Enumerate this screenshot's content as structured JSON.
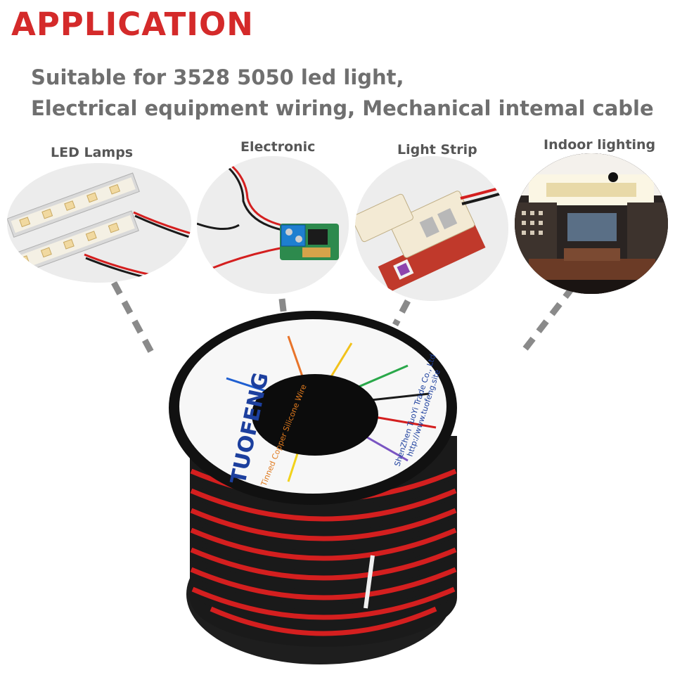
{
  "title": "APPLICATION",
  "subtitle": {
    "line1": "Suitable for 3528 5050 led light,",
    "line2": "Electrical equipment wiring, Mechanical intemal cable"
  },
  "applications": [
    {
      "label": "LED Lamps"
    },
    {
      "label": "Electronic"
    },
    {
      "label": "Light Strip"
    },
    {
      "label": "Indoor lighting"
    }
  ],
  "spool": {
    "brand": "TUOFENG",
    "product": "Tinned Copper Silicone Wire",
    "company": "ShenZhen TuoYi Trade Co., Ltd",
    "url": "http://www.tuofeng.site"
  },
  "colors": {
    "title": "#d42a2a",
    "subtitle": "#6f6f6f",
    "label": "#565656",
    "wire_red": "#d41f1f",
    "wire_black": "#1a1a1a"
  }
}
